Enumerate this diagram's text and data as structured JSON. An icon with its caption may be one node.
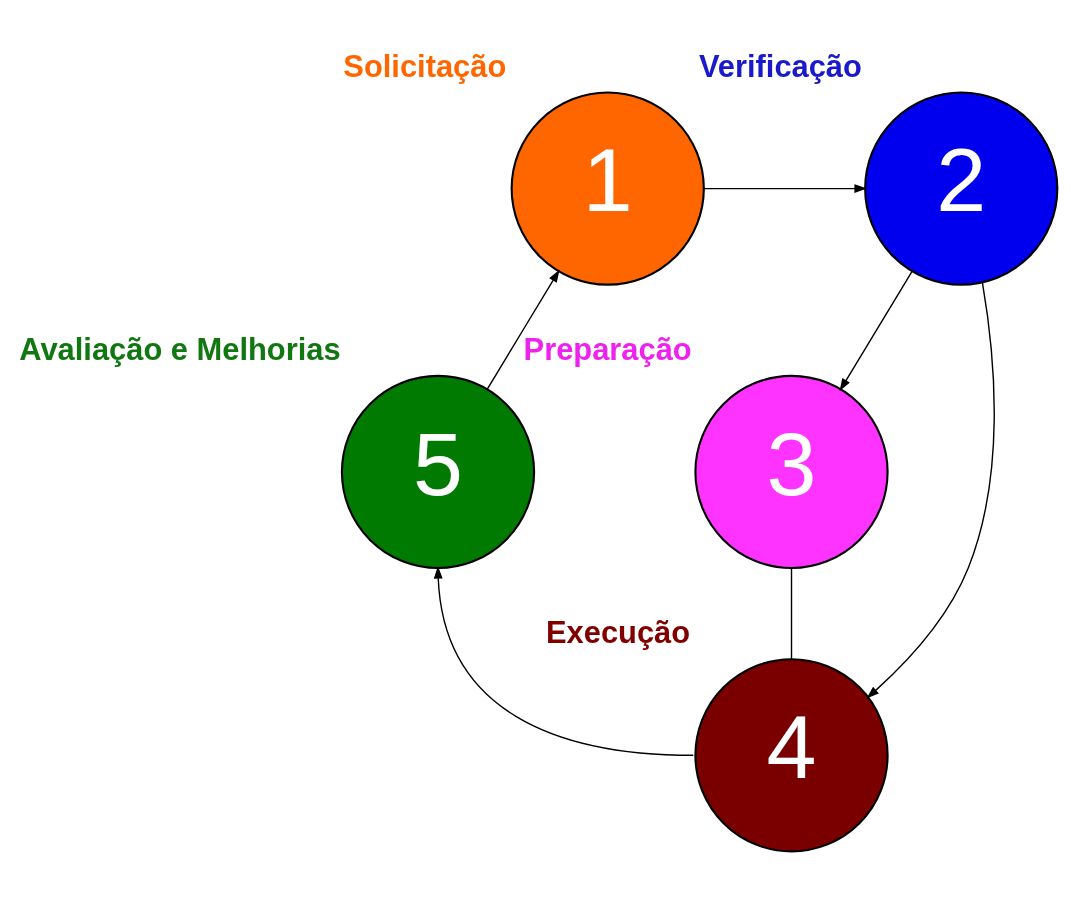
{
  "diagram": {
    "nodes": [
      {
        "text": [
          "1"
        ],
        "beside": [
          "Solicitação"
        ]
      },
      {
        "text": [
          "2"
        ],
        "beside": [
          "Verificação"
        ]
      },
      {
        "text": [
          "3"
        ],
        "beside": [
          "Preparação"
        ]
      },
      {
        "text": [
          "4"
        ],
        "beside": [
          "Execução"
        ]
      },
      {
        "text": [
          "5"
        ],
        "beside": [
          "Avaliação e Melhorias"
        ]
      }
    ],
    "edges": [
      {
        "from": 0,
        "to": 1,
        "arrow": "to"
      },
      {
        "from": 1,
        "to": 2,
        "arrow": "to"
      },
      {
        "from": 1,
        "to": 3,
        "arrow": "to"
      },
      {
        "from": 2,
        "to": 3,
        "arrow": "none"
      },
      {
        "from": 3,
        "to": 4,
        "arrow": "to"
      },
      {
        "from": 4,
        "to": 0,
        "arrow": "to"
      }
    ]
  }
}
